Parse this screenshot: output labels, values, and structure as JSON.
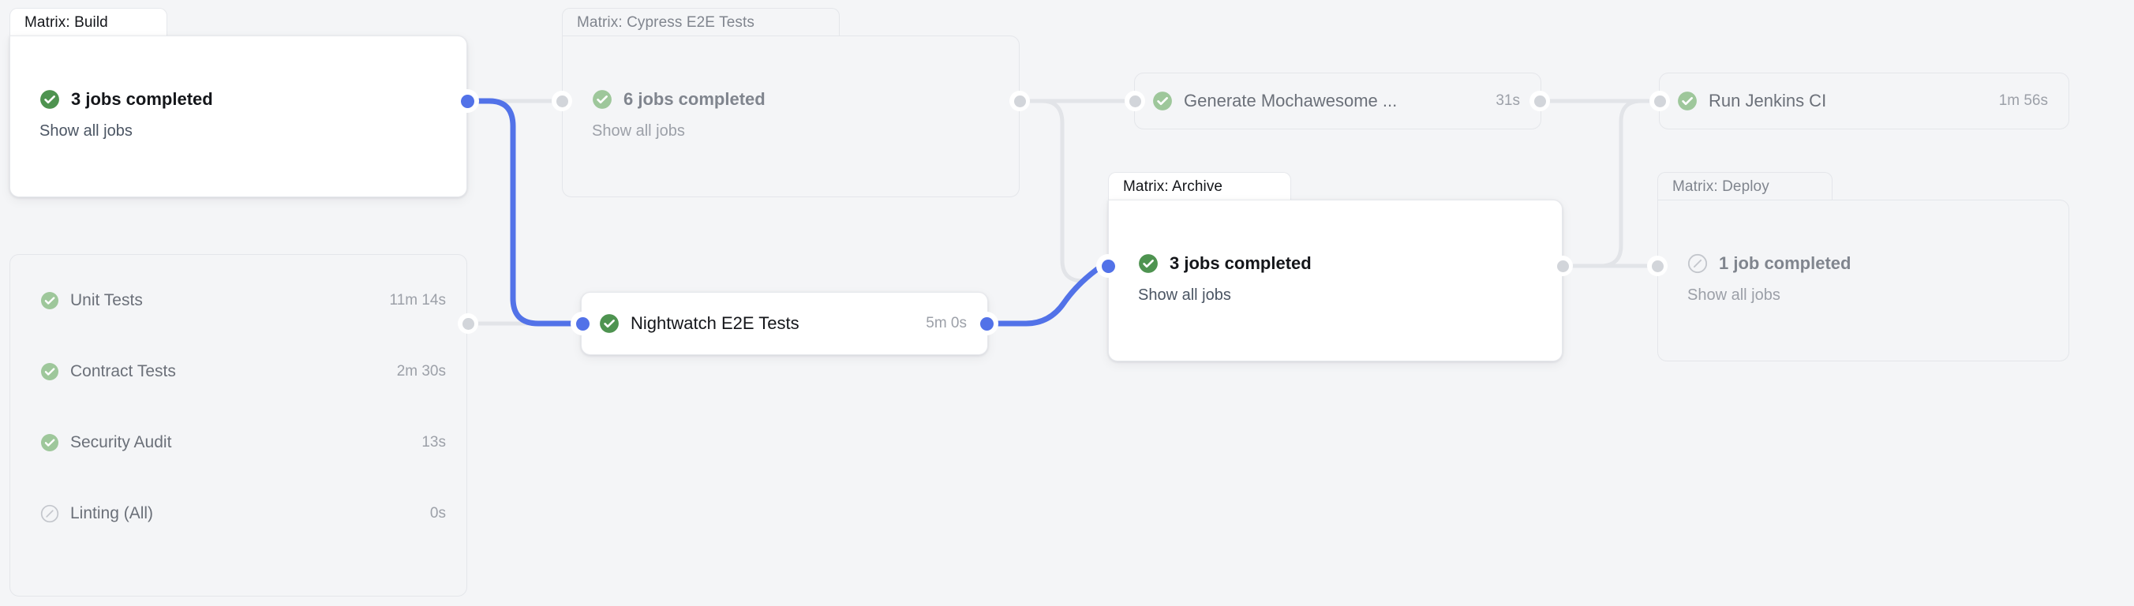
{
  "theme": {
    "background": "#f4f5f7",
    "accent_blue": "#5272e8",
    "success_green": "#4e9350",
    "success_green_dim": "#9ec79b",
    "skipped_gray": "#c3c6cc",
    "edge_gray": "#e2e4e8",
    "text_dark": "#14161a",
    "text_muted": "#6b7079",
    "text_faint": "#9ca0a8"
  },
  "graph": {
    "matrix_build": {
      "tab_label": "Matrix: Build",
      "status_icon": "success-check-icon",
      "status_text": "3 jobs completed",
      "show_all_label": "Show all jobs",
      "state": "active"
    },
    "jobs_panel": {
      "state": "dim",
      "rows": [
        {
          "icon": "success-check-icon",
          "label": "Unit Tests",
          "duration": "11m 14s"
        },
        {
          "icon": "success-check-icon",
          "label": "Contract Tests",
          "duration": "2m 30s"
        },
        {
          "icon": "success-check-icon",
          "label": "Security Audit",
          "duration": "13s"
        },
        {
          "icon": "skipped-icon",
          "label": "Linting (All)",
          "duration": "0s"
        }
      ]
    },
    "matrix_cypress": {
      "tab_label": "Matrix: Cypress E2E Tests",
      "status_icon": "success-check-icon",
      "status_text": "6 jobs completed",
      "show_all_label": "Show all jobs",
      "state": "dim"
    },
    "nightwatch": {
      "icon": "success-check-icon",
      "label": "Nightwatch E2E Tests",
      "duration": "5m 0s",
      "state": "active"
    },
    "mochawesome": {
      "icon": "success-check-icon",
      "label": "Generate Mochawesome ...",
      "duration": "31s",
      "state": "dim"
    },
    "matrix_archive": {
      "tab_label": "Matrix: Archive",
      "status_icon": "success-check-icon",
      "status_text": "3 jobs completed",
      "show_all_label": "Show all jobs",
      "state": "active"
    },
    "jenkins": {
      "icon": "success-check-icon",
      "label": "Run Jenkins CI",
      "duration": "1m 56s",
      "state": "dim"
    },
    "matrix_deploy": {
      "tab_label": "Matrix: Deploy",
      "status_icon": "skipped-icon",
      "status_text": "1 job completed",
      "show_all_label": "Show all jobs",
      "state": "dim"
    }
  }
}
